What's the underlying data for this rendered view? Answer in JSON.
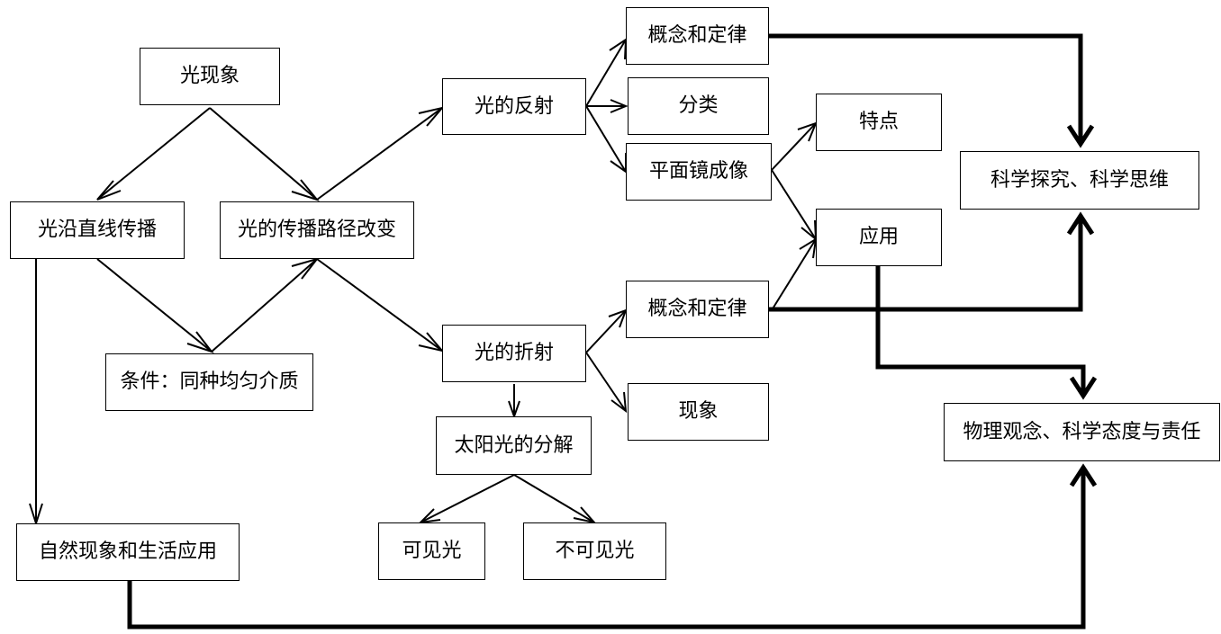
{
  "diagram": {
    "nodes": {
      "light_phenomena": "光现象",
      "rectilinear": "光沿直线传播",
      "path_change": "光的传播路径改变",
      "condition": "条件：同种均匀介质",
      "natural_apps": "自然现象和生活应用",
      "reflection": "光的反射",
      "refraction": "光的折射",
      "reflection_concept": "概念和定律",
      "reflection_types": "分类",
      "plane_mirror": "平面镜成像",
      "features": "特点",
      "application": "应用",
      "refraction_concept": "概念和定律",
      "refraction_phenomena": "现象",
      "dispersion": "太阳光的分解",
      "visible": "可见光",
      "invisible": "不可见光",
      "inquiry": "科学探究、科学思维",
      "attitude": "物理观念、科学态度与责任"
    }
  }
}
